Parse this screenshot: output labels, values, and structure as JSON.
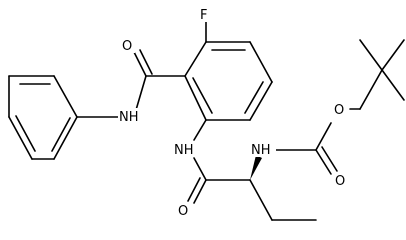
{
  "molecule": {
    "atoms": {
      "fluorine": "F",
      "amide_oxygen_top": "O",
      "anilide_nh": "NH",
      "aryl_nh": "NH",
      "amide_oxygen_bottom": "O",
      "carbamate_nh": "NH",
      "ester_oxygen": "O",
      "carbonyl_oxygen": "O"
    },
    "colors": {
      "bond": "#000000",
      "background": "#ffffff"
    }
  }
}
